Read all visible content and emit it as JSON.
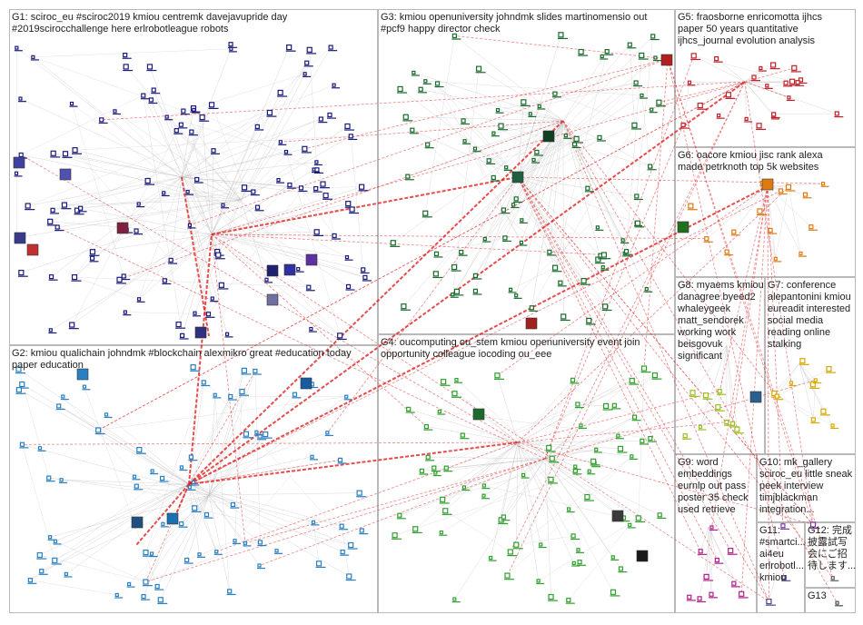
{
  "groups": [
    {
      "id": "G1",
      "label": "G1: sciroc_eu #sciroc2019 kmiou centremk davejavupride day #2019scirocchallenge here erlrobotleague robots",
      "color": "#1b1b7a"
    },
    {
      "id": "G2",
      "label": "G2: kmiou qualichain johndmk #blockchain alexmikro great #education today paper education",
      "color": "#2a7fc0"
    },
    {
      "id": "G3",
      "label": "G3: kmiou openuniversity johndmk slides martinomensio out #pcf9 happy director check",
      "color": "#1a6b2e"
    },
    {
      "id": "G4",
      "label": "G4: oucomputing ou_stem kmiou openuniversity event join opportunity colleague iocoding ou_eee",
      "color": "#2fa02f"
    },
    {
      "id": "G5",
      "label": "G5: fraosborne enricomotta ijhcs paper 50 years quantitative ijhcs_journal evolution analysis",
      "color": "#c0202a"
    },
    {
      "id": "G6",
      "label": "G6: oacore kmiou jisc rank alexa made petrknoth top 5k websites",
      "color": "#e07a10"
    },
    {
      "id": "G7",
      "label": "G7: conference alepantonini kmiou eureadit interested social media reading online stalking",
      "color": "#d8a800"
    },
    {
      "id": "G8",
      "label": "G8: myaems kmiou danagree byeed2 whaleygeek matt_sendorek working work beisgovuk significant",
      "color": "#9abf20"
    },
    {
      "id": "G9",
      "label": "G9: word embeddings eurnlp out pass poster 35 check used retrieve",
      "color": "#b0208a"
    },
    {
      "id": "G10",
      "label": "G10: mk_gallery sciroc_eu little sneak peek interview timjblackman integration...",
      "color": "#7a3aa0"
    },
    {
      "id": "G11",
      "label": "G11: #smartci... ai4eu erlrobotl... kmiou",
      "color": "#4a4a8a"
    },
    {
      "id": "G12",
      "label": "G12: 完成 披露試写 会にご招 待します...",
      "color": "#606060"
    },
    {
      "id": "G13",
      "label": "G13",
      "color": "#505050"
    }
  ]
}
